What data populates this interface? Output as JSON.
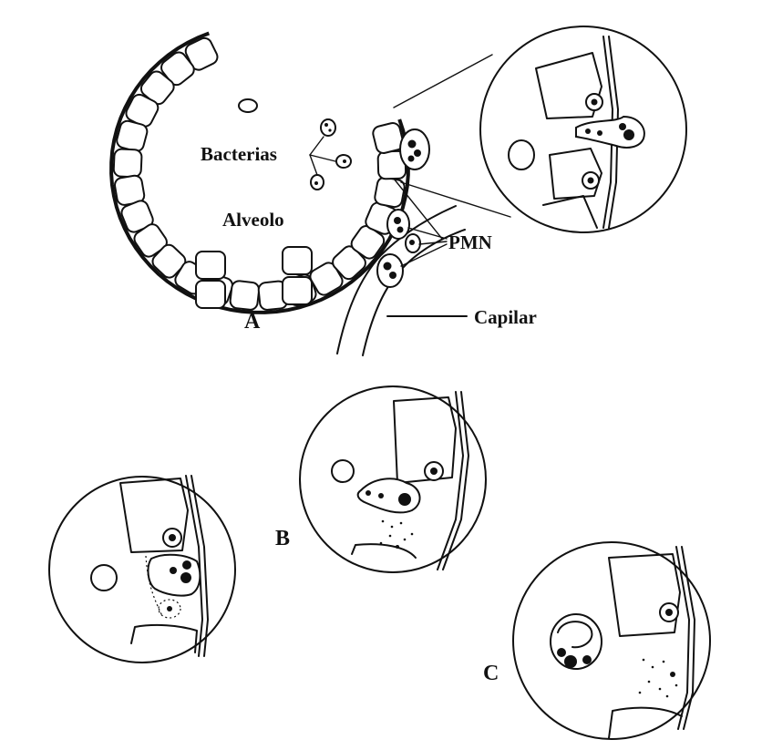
{
  "labels": {
    "bacteria": "Bacterias",
    "alveolus": "Alveolo",
    "pmn": "PMN",
    "capillary": "Capilar",
    "panel_a": "A",
    "panel_b": "B",
    "panel_c": "C"
  },
  "colors": {
    "ink": "#111111",
    "background": "#ffffff"
  }
}
